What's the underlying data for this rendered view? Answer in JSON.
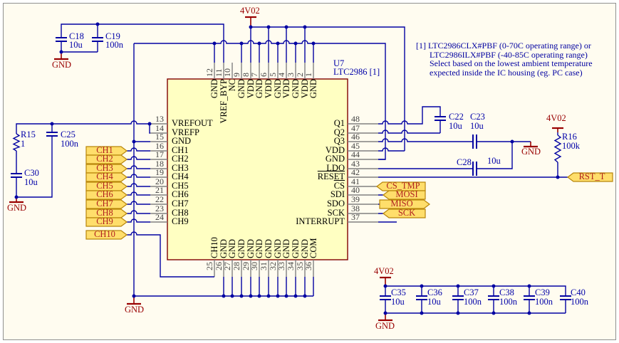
{
  "colors": {
    "sheet_bg": "#FFFCF0",
    "wire": "#0202A2",
    "junction": "#0202A2",
    "component_label": "#0000A8",
    "power_red": "#990000",
    "ic_fill": "#FFFFC2",
    "ic_border": "#800000",
    "port_fill": "#FFDE6B",
    "port_border": "#B8860B",
    "port_text": "#B02020",
    "pin_stub": "#808080",
    "pin_number": "#3F3F3F",
    "pin_name": "#000000"
  },
  "ic": {
    "designator": "U7",
    "part": "LTC2986 [1]",
    "top_pins": [
      {
        "num": "12",
        "name": "GND"
      },
      {
        "num": "11",
        "name": "VREF_BYP"
      },
      {
        "num": "10",
        "name": "NC"
      },
      {
        "num": "9",
        "name": "GND"
      },
      {
        "num": "8",
        "name": "VDD"
      },
      {
        "num": "7",
        "name": "GND"
      },
      {
        "num": "6",
        "name": "VDD"
      },
      {
        "num": "5",
        "name": "GND"
      },
      {
        "num": "4",
        "name": "VDD"
      },
      {
        "num": "3",
        "name": "GND"
      },
      {
        "num": "2",
        "name": "VDD"
      },
      {
        "num": "1",
        "name": "GND"
      }
    ],
    "left_pins": [
      {
        "num": "13",
        "name": "VREFOUT"
      },
      {
        "num": "14",
        "name": "VREFP"
      },
      {
        "num": "15",
        "name": "GND"
      },
      {
        "num": "16",
        "name": "CH1"
      },
      {
        "num": "17",
        "name": "CH2"
      },
      {
        "num": "18",
        "name": "CH3"
      },
      {
        "num": "19",
        "name": "CH4"
      },
      {
        "num": "20",
        "name": "CH5"
      },
      {
        "num": "21",
        "name": "CH6"
      },
      {
        "num": "22",
        "name": "CH7"
      },
      {
        "num": "23",
        "name": "CH8"
      },
      {
        "num": "24",
        "name": "CH9"
      }
    ],
    "right_pins": [
      {
        "num": "48",
        "name": "Q1"
      },
      {
        "num": "47",
        "name": "Q2"
      },
      {
        "num": "46",
        "name": "Q3"
      },
      {
        "num": "45",
        "name": "VDD"
      },
      {
        "num": "44",
        "name": "GND"
      },
      {
        "num": "43",
        "name": "LDO"
      },
      {
        "num": "42",
        "name": "RESET"
      },
      {
        "num": "41",
        "name": "CS"
      },
      {
        "num": "40",
        "name": "SDI"
      },
      {
        "num": "39",
        "name": "SDO"
      },
      {
        "num": "38",
        "name": "SCK"
      },
      {
        "num": "37",
        "name": "INTERRUPT"
      }
    ],
    "bottom_pins": [
      {
        "num": "25",
        "name": "CH10"
      },
      {
        "num": "26",
        "name": "GND"
      },
      {
        "num": "27",
        "name": "GND"
      },
      {
        "num": "28",
        "name": "GND"
      },
      {
        "num": "29",
        "name": "GND"
      },
      {
        "num": "30",
        "name": "GND"
      },
      {
        "num": "31",
        "name": "GND"
      },
      {
        "num": "32",
        "name": "GND"
      },
      {
        "num": "33",
        "name": "GND"
      },
      {
        "num": "34",
        "name": "GND"
      },
      {
        "num": "35",
        "name": "GND"
      },
      {
        "num": "36",
        "name": "COM"
      }
    ]
  },
  "note": {
    "lines": [
      "[1] LTC2986CLX#PBF (0-70C operating range) or",
      "LTC2986ILX#PBF (-40-85C operating range)",
      "Select based on the lowest ambient temperature",
      "expected inside the IC housing (eg. PC case)"
    ]
  },
  "power_labels": {
    "rail": "4V02",
    "gnd": "GND"
  },
  "components": {
    "C18": {
      "ref": "C18",
      "value": "10u"
    },
    "C19": {
      "ref": "C19",
      "value": "100n"
    },
    "R15": {
      "ref": "R15",
      "value": "1"
    },
    "C25": {
      "ref": "C25",
      "value": "100n"
    },
    "C30": {
      "ref": "C30",
      "value": "10u"
    },
    "C22": {
      "ref": "C22",
      "value": "10u"
    },
    "C23": {
      "ref": "C23",
      "value": "10u"
    },
    "C28": {
      "ref": "C28",
      "value": "10u"
    },
    "R16": {
      "ref": "R16",
      "value": "100k"
    },
    "C35": {
      "ref": "C35",
      "value": "10u"
    },
    "C36": {
      "ref": "C36",
      "value": "10u"
    },
    "C37": {
      "ref": "C37",
      "value": "100n"
    },
    "C38": {
      "ref": "C38",
      "value": "100n"
    },
    "C39": {
      "ref": "C39",
      "value": "100n"
    },
    "C40": {
      "ref": "C40",
      "value": "100n"
    }
  },
  "ports": {
    "ch": [
      "CH1",
      "CH2",
      "CH3",
      "CH4",
      "CH5",
      "CH6",
      "CH7",
      "CH8",
      "CH9",
      "CH10"
    ],
    "cs_tmp": "CS_TMP",
    "mosi": "MOSI",
    "miso": "MISO",
    "sck": "SCK",
    "rst": "RST_T"
  }
}
